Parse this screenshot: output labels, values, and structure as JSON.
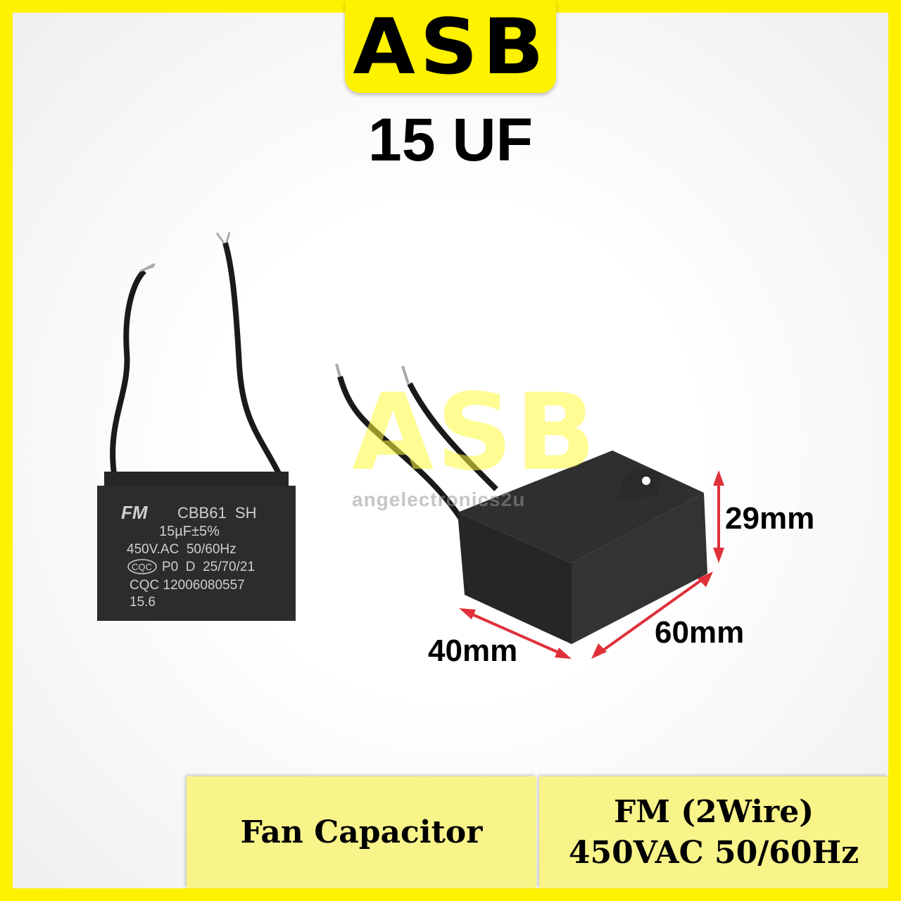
{
  "header": {
    "brand": "ASB",
    "title": "15 UF"
  },
  "capacitor_label": {
    "logo": "FM",
    "model": "CBB61  SH",
    "capacitance": "15µF±5%",
    "rating": "450V.AC  50/60Hz",
    "cert_mark": "CQC",
    "batch": "P0  D  25/70/21",
    "cert_number": "CQC 12006080557",
    "code": "15.6"
  },
  "watermark": {
    "brand": "ASB",
    "site": "angelectronics2u"
  },
  "dimensions": {
    "height": "29mm",
    "length": "60mm",
    "width": "40mm"
  },
  "footer": {
    "product": "Fan Capacitor",
    "spec_line1": "FM (2Wire)",
    "spec_line2": "450VAC 50/60Hz"
  },
  "colors": {
    "brand_yellow": "#fff200",
    "panel_yellow": "#f9f48a",
    "arrow_red": "#e0303a"
  }
}
